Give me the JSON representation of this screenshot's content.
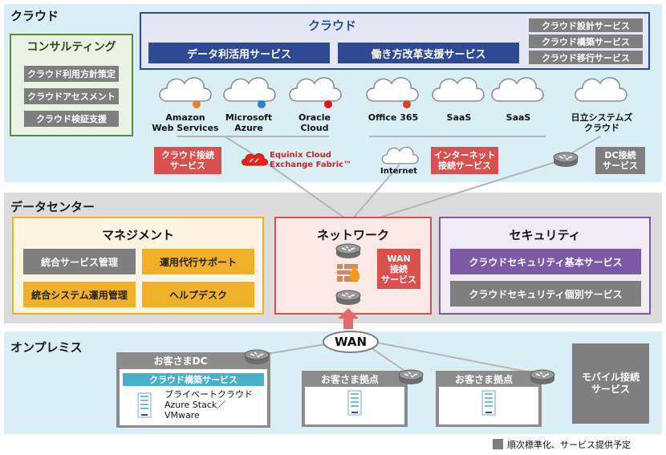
{
  "cloud": {
    "title": "クラウド",
    "inner_title": "クラウド",
    "data_service": "データ利活用サービス",
    "work_service": "働き方改革支援サービス",
    "design_service": "クラウド設計サービス",
    "build_service": "クラウド構築サービス",
    "migration_service": "クラウド移行サービス",
    "consulting": {
      "title": "コンサルティング",
      "items": [
        "クラウド利用方針策定",
        "クラウドアセスメント",
        "クラウド検証支援"
      ]
    },
    "providers": [
      {
        "name": "Amazon\nWeb Services",
        "dot": "#e8812a"
      },
      {
        "name": "Microsoft\nAzure",
        "dot": "#2e7bd2"
      },
      {
        "name": "Oracle\nCloud",
        "dot": "#e0161b"
      },
      {
        "name": "Office 365",
        "dot": "#d9431f"
      },
      {
        "name": "SaaS",
        "dot": ""
      },
      {
        "name": "SaaS",
        "dot": ""
      },
      {
        "name": "日立システムズ\nクラウド",
        "dot": ""
      }
    ],
    "cloud_connect": "クラウド接続\nサービス",
    "equinix": "Equinix Cloud\nExchange Fabric™",
    "internet": "Internet",
    "internet_connect": "インターネット\n接続サービス",
    "dc_connect": "DC接続\nサービス"
  },
  "datacenter": {
    "title": "データセンター",
    "management": {
      "title": "マネジメント",
      "items": [
        "統合サービス管理",
        "運用代行サポート",
        "統合システム運用管理",
        "ヘルプデスク"
      ]
    },
    "network": {
      "title": "ネットワーク",
      "wan_connect": "WAN\n接続\nサービス"
    },
    "security": {
      "title": "セキュリティ",
      "items": [
        "クラウドセキュリティ基本サービス",
        "クラウドセキュリティ個別サービス"
      ]
    }
  },
  "onprem": {
    "title": "オンプレミス",
    "wan": "WAN",
    "dc": {
      "title": "お客さまDC",
      "build_service": "クラウド構築サービス",
      "private_cloud": "プライベートクラウド\nAzure Stack／\nVMware"
    },
    "site1": "お客さま拠点",
    "site2": "お客さま拠点",
    "mobile": "モバイル接続\nサービス"
  },
  "legend": "順次標準化、サービス提供予定",
  "colors": {
    "cloud_bg": "#daeef6",
    "dc_bg": "#dcdcdc",
    "navy": "#2e4a94",
    "gray": "#7f7f7f",
    "red": "#d9514e",
    "orange": "#f0b02a",
    "purple": "#7c5aa6",
    "green": "#5a8a3c"
  }
}
